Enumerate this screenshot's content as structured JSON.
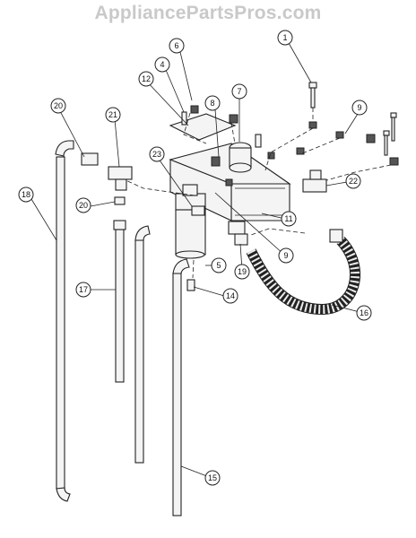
{
  "watermark": "AppliancePartsPros.com",
  "callouts": [
    "1",
    "4",
    "6",
    "7",
    "8",
    "9",
    "9",
    "11",
    "12",
    "14",
    "15",
    "16",
    "17",
    "18",
    "19",
    "20",
    "20",
    "21",
    "22",
    "23",
    "5"
  ]
}
